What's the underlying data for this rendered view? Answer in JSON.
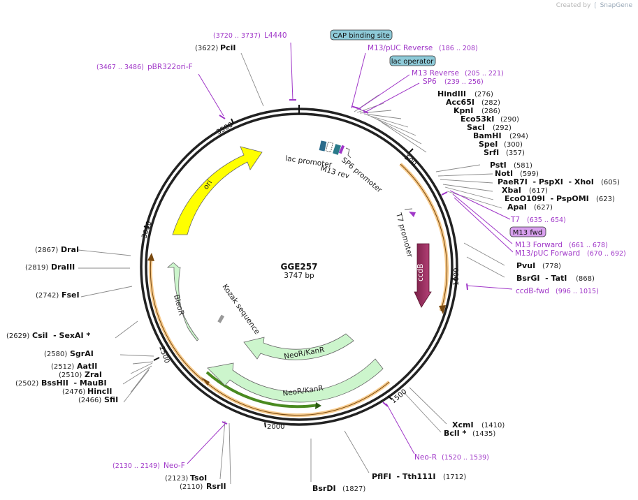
{
  "credit": {
    "text": "Created by",
    "brand": "SnapGene"
  },
  "plasmid": {
    "name": "GGE257",
    "length": 3747,
    "length_label": "3747 bp"
  },
  "ticks": [
    "500",
    "1000",
    "1500",
    "2000",
    "2500",
    "3000",
    "3500"
  ],
  "colors": {
    "backbone": "#222222",
    "ori": "#ffff00",
    "resistance": "#ccf5cc",
    "ccdb": "#9a2a5a",
    "primer": "#a037c8",
    "outline_orange": "#f0a030",
    "boxed_teal": "#8ecad8",
    "boxed_violet": "#d8a0ee"
  },
  "features": [
    {
      "label": "ori",
      "type": "arrow"
    },
    {
      "label": "BleoR",
      "type": "arrow"
    },
    {
      "label": "ccdB",
      "type": "arrow"
    },
    {
      "label": "NeoR/KanR",
      "type": "arrow"
    },
    {
      "label": "NeoR/KanR",
      "type": "arrow"
    },
    {
      "label": "lac promoter",
      "type": "promoter"
    },
    {
      "label": "M13 rev",
      "type": "primer-site"
    },
    {
      "label": "SP6 promoter",
      "type": "promoter"
    },
    {
      "label": "T7 promoter",
      "type": "promoter"
    },
    {
      "label": "Kozak sequence",
      "type": "misc"
    }
  ],
  "labels": {
    "lac_promoter": "lac promoter",
    "m13_rev": "M13 rev",
    "sp6_promoter": "SP6 promoter",
    "t7_promoter": "T7 promoter",
    "kozak": "Kozak sequence"
  },
  "boxed_labels": [
    {
      "id": "cap",
      "text": "CAP binding site",
      "style": "teal"
    },
    {
      "id": "lacop",
      "text": "lac operator",
      "style": "teal"
    },
    {
      "id": "m13fwd",
      "text": "M13 fwd",
      "style": "violet"
    }
  ],
  "enzymes": [
    {
      "pos": "(3622)",
      "name": "PciI"
    },
    {
      "pos": "(276)",
      "name": "HindIII"
    },
    {
      "pos": "(282)",
      "name": "Acc65I"
    },
    {
      "pos": "(286)",
      "name": "KpnI"
    },
    {
      "pos": "(290)",
      "name": "Eco53kI"
    },
    {
      "pos": "(292)",
      "name": "SacI"
    },
    {
      "pos": "(294)",
      "name": "BamHI"
    },
    {
      "pos": "(300)",
      "name": "SpeI"
    },
    {
      "pos": "(357)",
      "name": "SrfI"
    },
    {
      "pos": "(581)",
      "name": "PstI"
    },
    {
      "pos": "(599)",
      "name": "NotI"
    },
    {
      "pos": "(605)",
      "name": "PaeR7I  - PspXI  - XhoI"
    },
    {
      "pos": "(617)",
      "name": "XbaI"
    },
    {
      "pos": "(623)",
      "name": "EcoO109I  - PspOMI"
    },
    {
      "pos": "(627)",
      "name": "ApaI"
    },
    {
      "pos": "(778)",
      "name": "PvuI"
    },
    {
      "pos": "(868)",
      "name": "BsrGI  - TatI"
    },
    {
      "pos": "(1410)",
      "name": "XcmI"
    },
    {
      "pos": "(1435)",
      "name": "BclI *"
    },
    {
      "pos": "(1712)",
      "name": "PflFI  - Tth111I"
    },
    {
      "pos": "(1827)",
      "name": "BsrDI"
    },
    {
      "pos": "(2110)",
      "name": "RsrII"
    },
    {
      "pos": "(2123)",
      "name": "TsoI"
    },
    {
      "pos": "(2466)",
      "name": "SfiI"
    },
    {
      "pos": "(2476)",
      "name": "HincII"
    },
    {
      "pos": "(2502)",
      "name": "BssHII  - MauBI"
    },
    {
      "pos": "(2510)",
      "name": "ZraI"
    },
    {
      "pos": "(2512)",
      "name": "AatII"
    },
    {
      "pos": "(2580)",
      "name": "SgrAI"
    },
    {
      "pos": "(2629)",
      "name": "CsiI  - SexAI *"
    },
    {
      "pos": "(2742)",
      "name": "FseI"
    },
    {
      "pos": "(2819)",
      "name": "DraIII"
    },
    {
      "pos": "(2867)",
      "name": "DraI"
    }
  ],
  "primers": [
    {
      "range": "(3720 .. 3737)",
      "name": "L4440"
    },
    {
      "range": "(3467 .. 3486)",
      "name": "pBR322ori-F"
    },
    {
      "range": "(186 .. 208)",
      "name": "M13/pUC Reverse"
    },
    {
      "range": "(205 .. 221)",
      "name": "M13 Reverse"
    },
    {
      "range": "(239 .. 256)",
      "name": "SP6"
    },
    {
      "range": "(635 .. 654)",
      "name": "T7"
    },
    {
      "range": "(661 .. 678)",
      "name": "M13 Forward"
    },
    {
      "range": "(670 .. 692)",
      "name": "M13/pUC Forward"
    },
    {
      "range": "(996 .. 1015)",
      "name": "ccdB-fwd"
    },
    {
      "range": "(1520 .. 1539)",
      "name": "Neo-R"
    },
    {
      "range": "(2130 .. 2149)",
      "name": "Neo-F"
    }
  ]
}
